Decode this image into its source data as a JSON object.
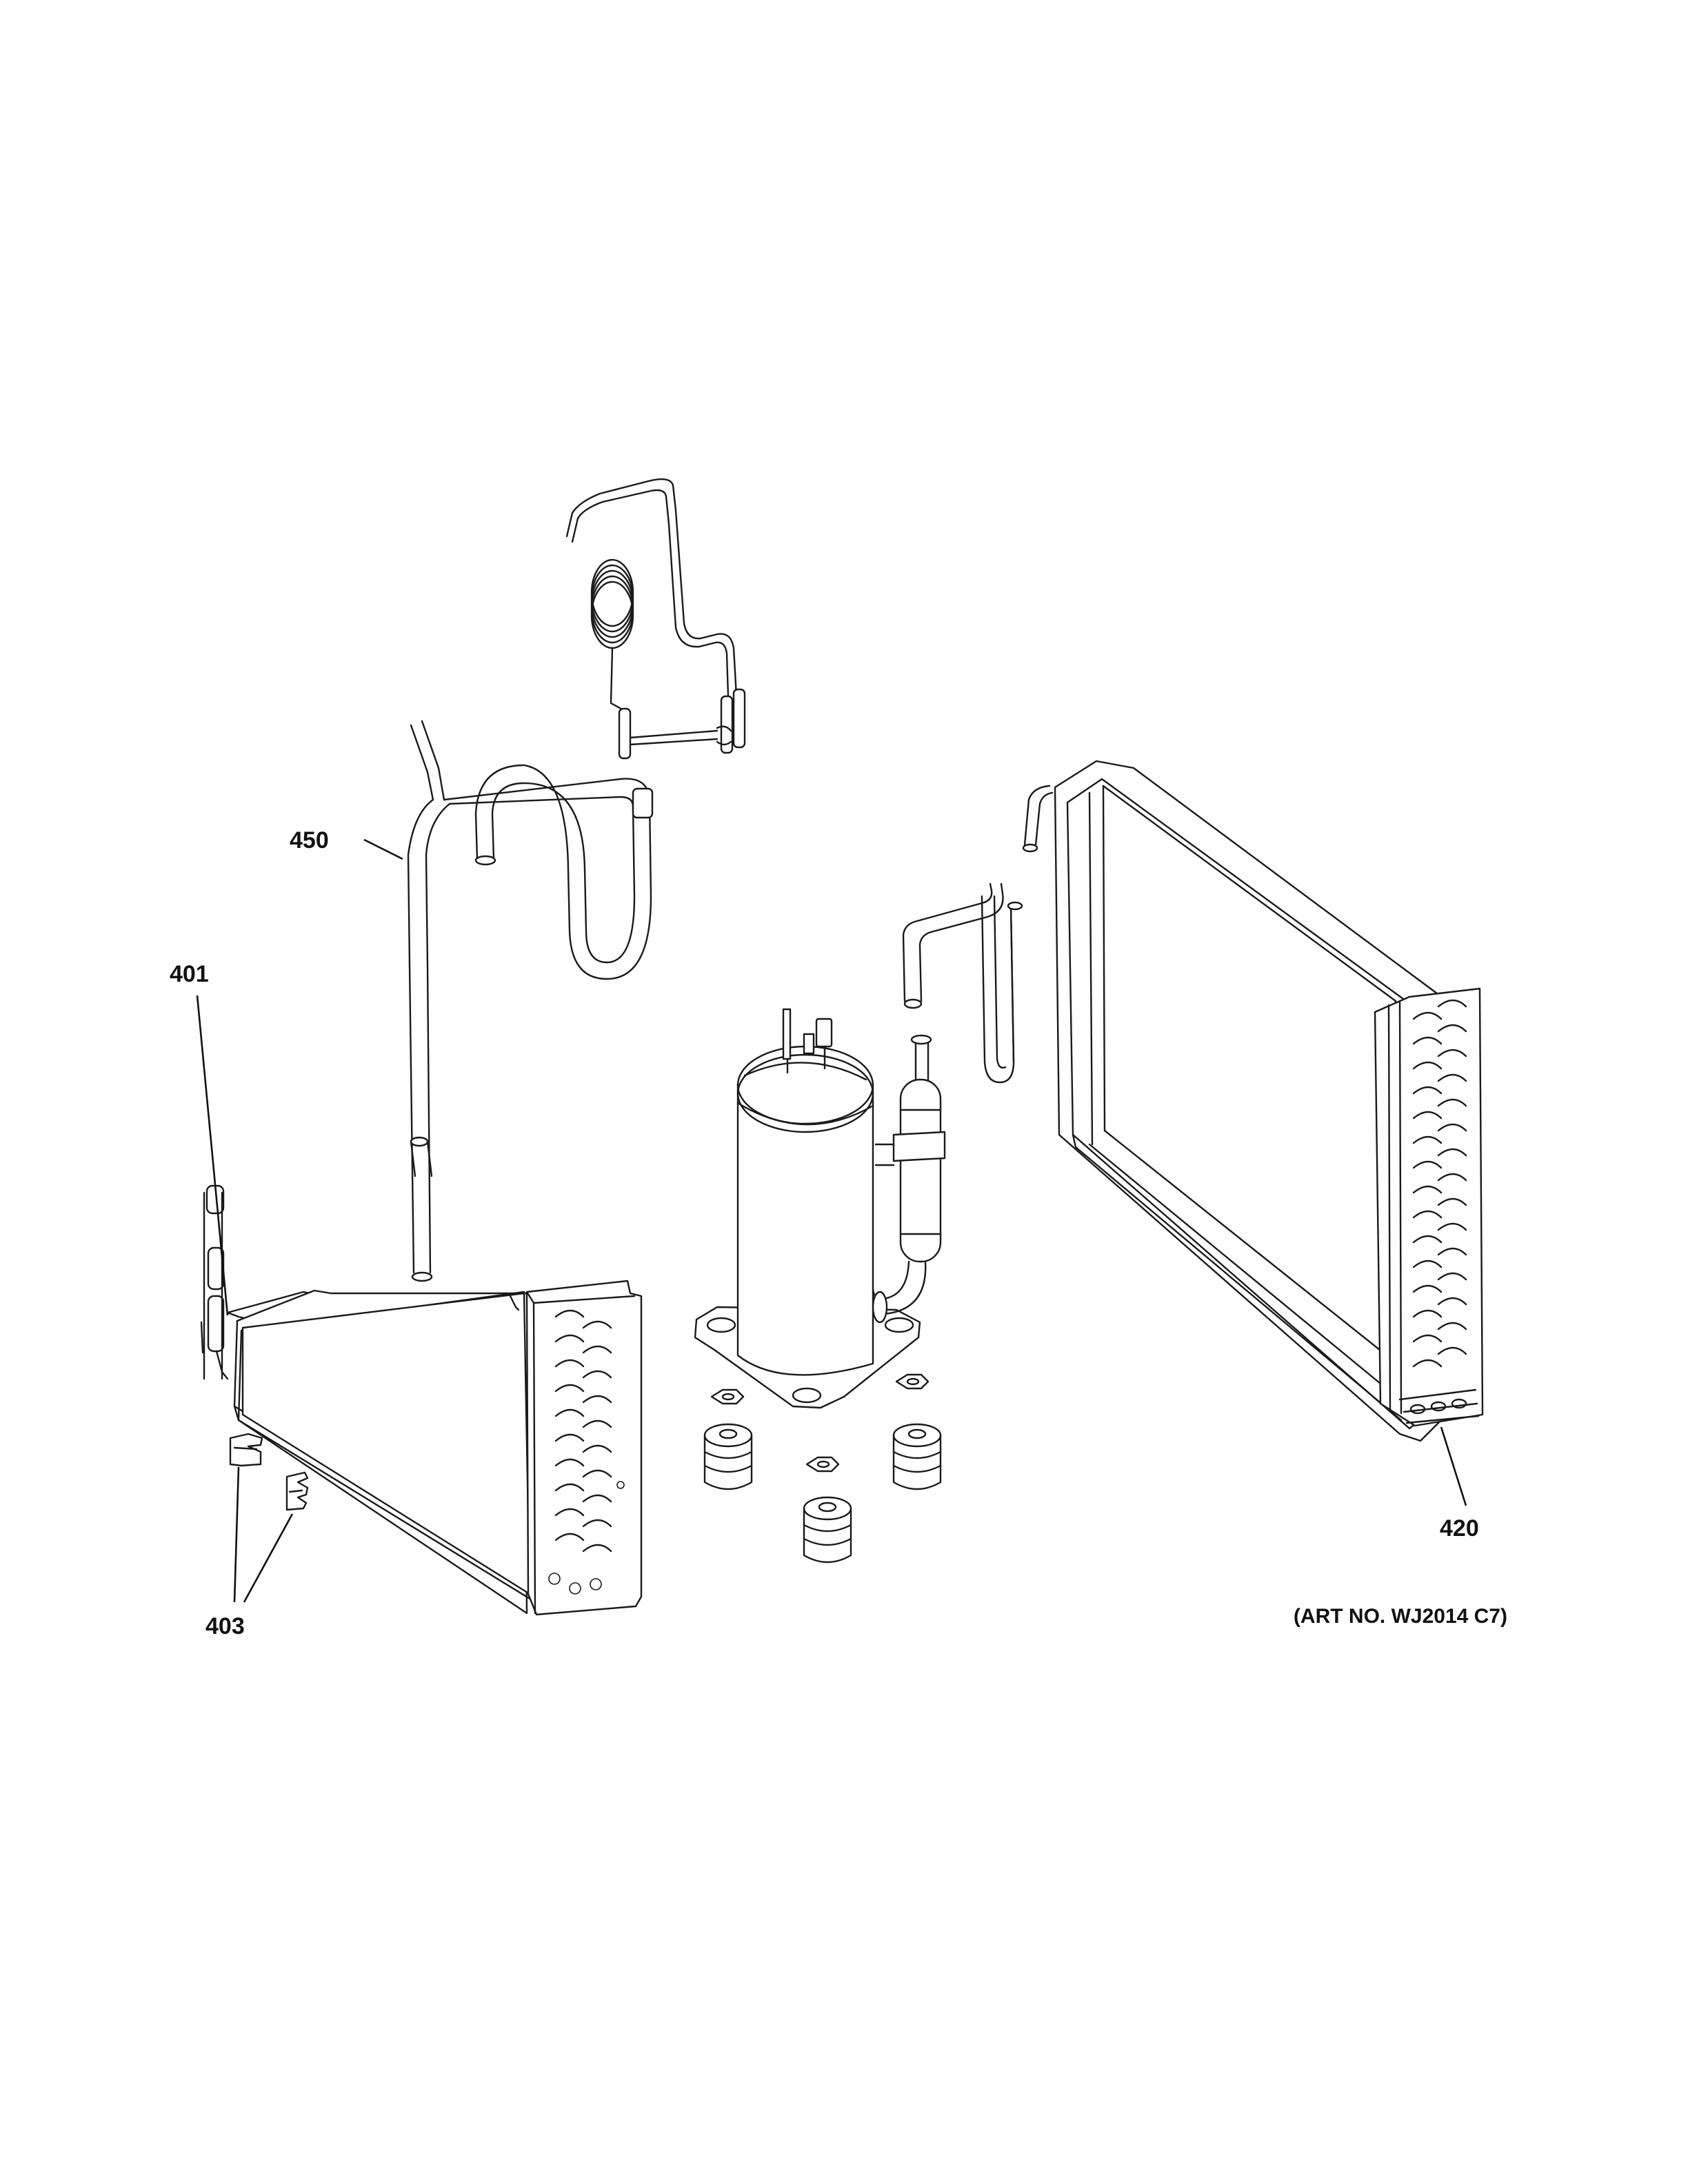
{
  "callouts": {
    "c450": "450",
    "c401": "401",
    "c403": "403",
    "c420": "420"
  },
  "art_number": "(ART NO. WJ2014 C7)"
}
